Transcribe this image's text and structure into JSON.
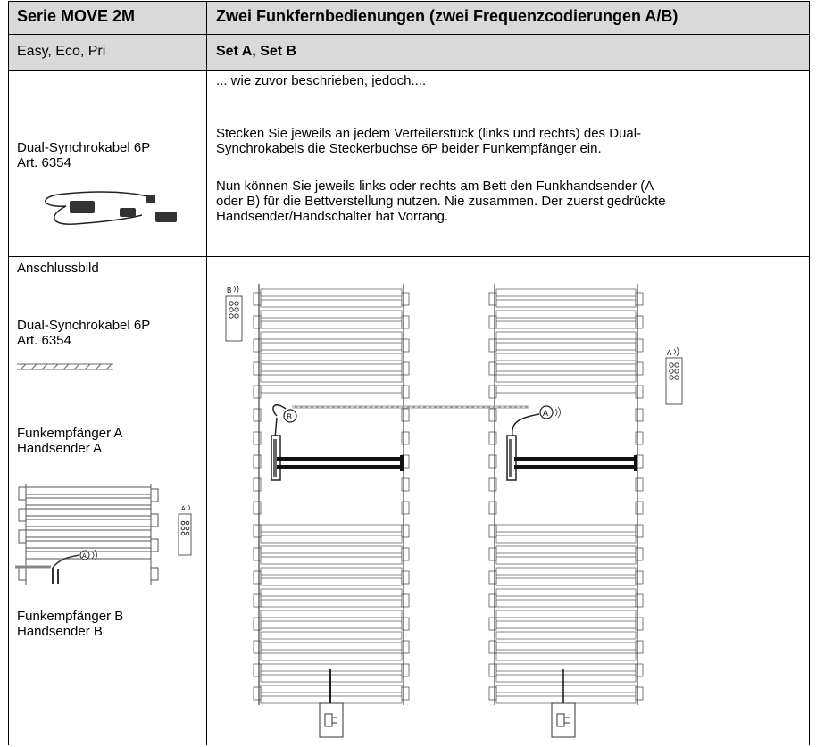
{
  "header": {
    "row1_left": "Serie MOVE 2M",
    "row1_right": "Zwei Funkfernbedienungen (zwei Frequenzcodierungen A/B)",
    "row2_left": "Easy, Eco, Pri",
    "row2_right": "Set A, Set B"
  },
  "section1": {
    "left_title": "Dual-Synchrokabel 6P",
    "left_article": "Art. 6354",
    "right_intro": "... wie zuvor beschrieben, jedoch....",
    "right_para1_line1": "Stecken Sie jeweils an jedem Verteilerstück (links und rechts) des Dual-",
    "right_para1_line2": "Synchrokabels die Steckerbuchse 6P beider Funkempfänger ein.",
    "right_para2_line1": "Nun können Sie jeweils links oder rechts am Bett den Funkhandsender (A",
    "right_para2_line2": "oder B) für die Bettverstellung nutzen. Nie zusammen. Der zuerst gedrückte",
    "right_para2_line3": "Handsender/Handschalter hat Vorrang."
  },
  "section2": {
    "left_heading": "Anschlussbild",
    "left_cable_title": "Dual-Synchrokabel 6P",
    "left_cable_article": "Art. 6354",
    "left_receiver_a": "Funkempfänger A",
    "left_sender_a": "Handsender A",
    "left_receiver_b": "Funkempfänger B",
    "left_sender_b": "Handsender B",
    "remote_b_label": "B",
    "remote_a_label": "A",
    "receiver_b_label": "B",
    "receiver_a_label": "A"
  }
}
